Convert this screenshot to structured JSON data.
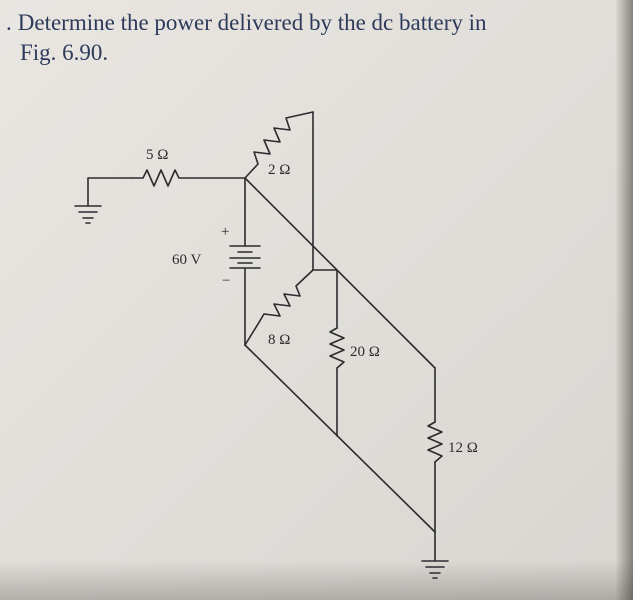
{
  "problem": {
    "number": ".",
    "text_line1": "Determine the power delivered by the dc battery in",
    "text_line2": "Fig. 6.90."
  },
  "circuit": {
    "resistors": [
      {
        "id": "r5",
        "label": "5 Ω"
      },
      {
        "id": "r2",
        "label": "2 Ω"
      },
      {
        "id": "r8",
        "label": "8 Ω"
      },
      {
        "id": "r20",
        "label": "20 Ω"
      },
      {
        "id": "r12",
        "label": "12 Ω"
      }
    ],
    "battery": {
      "label": "60 V",
      "plus": "+",
      "minus": "−"
    }
  },
  "colors": {
    "ink": "#2b2b2e",
    "text": "#2d3a5a",
    "paper": "#e6e3df"
  }
}
